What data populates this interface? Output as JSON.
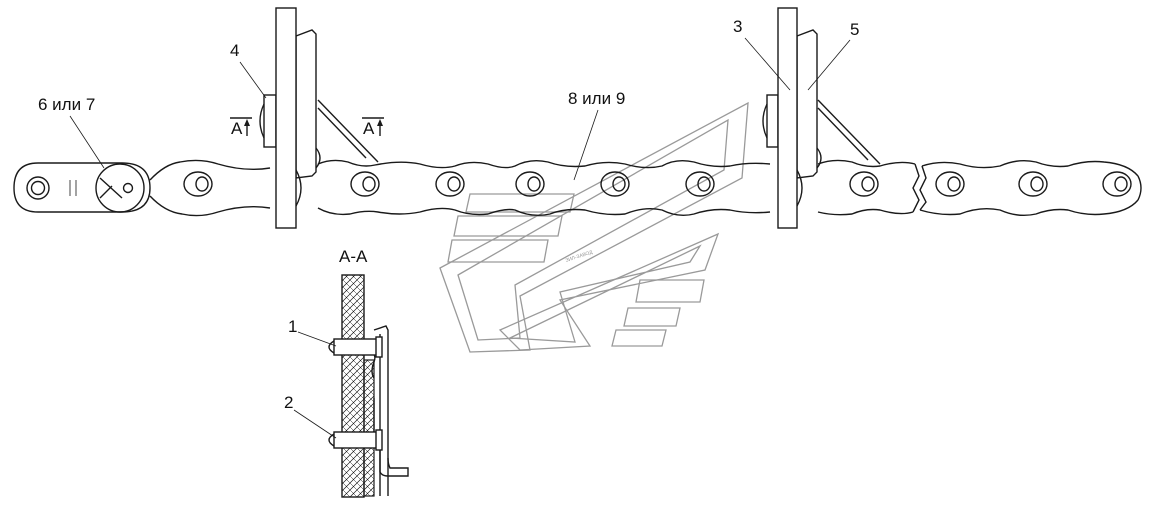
{
  "labels": {
    "callout_1": "1",
    "callout_2": "2",
    "callout_3": "3",
    "callout_4": "4",
    "callout_5": "5",
    "callout_6_or_7": "6 или 7",
    "callout_8_or_9": "8 или 9",
    "section_mark_left": "A",
    "section_mark_right": "A",
    "section_title": "A-A"
  },
  "colors": {
    "line": "#1a1a1a",
    "watermark": "#9a9a9a",
    "background": "#ffffff",
    "hatch": "#1a1a1a"
  }
}
